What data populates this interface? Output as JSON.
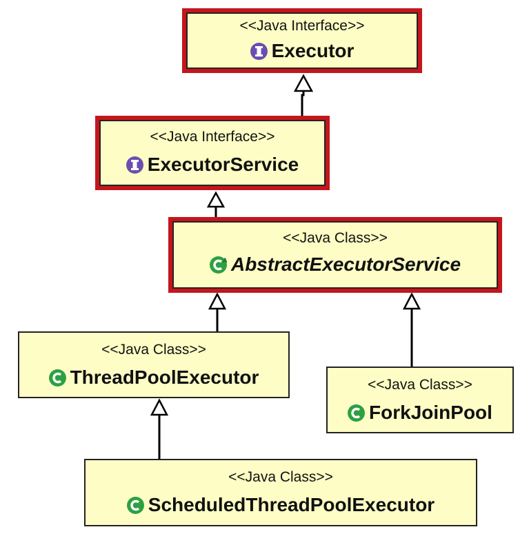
{
  "colors": {
    "box_fill": "#fdfdc5",
    "highlight_border": "#c4161c",
    "interface_icon": "#6a4fb0",
    "class_icon": "#2ea043",
    "text": "#111111"
  },
  "nodes": [
    {
      "id": "executor",
      "stereotype": "<<Java Interface>>",
      "name": "Executor",
      "icon": "interface-icon",
      "highlighted": true,
      "abstract": false
    },
    {
      "id": "executor_service",
      "stereotype": "<<Java Interface>>",
      "name": "ExecutorService",
      "icon": "interface-icon",
      "highlighted": true,
      "abstract": false
    },
    {
      "id": "abstract_executor_service",
      "stereotype": "<<Java Class>>",
      "name": "AbstractExecutorService",
      "icon": "abstract-class-icon",
      "highlighted": true,
      "abstract": true
    },
    {
      "id": "thread_pool_executor",
      "stereotype": "<<Java Class>>",
      "name": "ThreadPoolExecutor",
      "icon": "class-icon",
      "highlighted": false,
      "abstract": false
    },
    {
      "id": "fork_join_pool",
      "stereotype": "<<Java Class>>",
      "name": "ForkJoinPool",
      "icon": "class-icon",
      "highlighted": false,
      "abstract": false
    },
    {
      "id": "scheduled_thread_pool_executor",
      "stereotype": "<<Java Class>>",
      "name": "ScheduledThreadPoolExecutor",
      "icon": "class-icon",
      "highlighted": false,
      "abstract": false
    }
  ],
  "edges": [
    {
      "from": "executor_service",
      "to": "executor",
      "type": "generalization"
    },
    {
      "from": "abstract_executor_service",
      "to": "executor_service",
      "type": "generalization"
    },
    {
      "from": "thread_pool_executor",
      "to": "abstract_executor_service",
      "type": "generalization"
    },
    {
      "from": "fork_join_pool",
      "to": "abstract_executor_service",
      "type": "generalization"
    },
    {
      "from": "scheduled_thread_pool_executor",
      "to": "thread_pool_executor",
      "type": "generalization"
    }
  ]
}
